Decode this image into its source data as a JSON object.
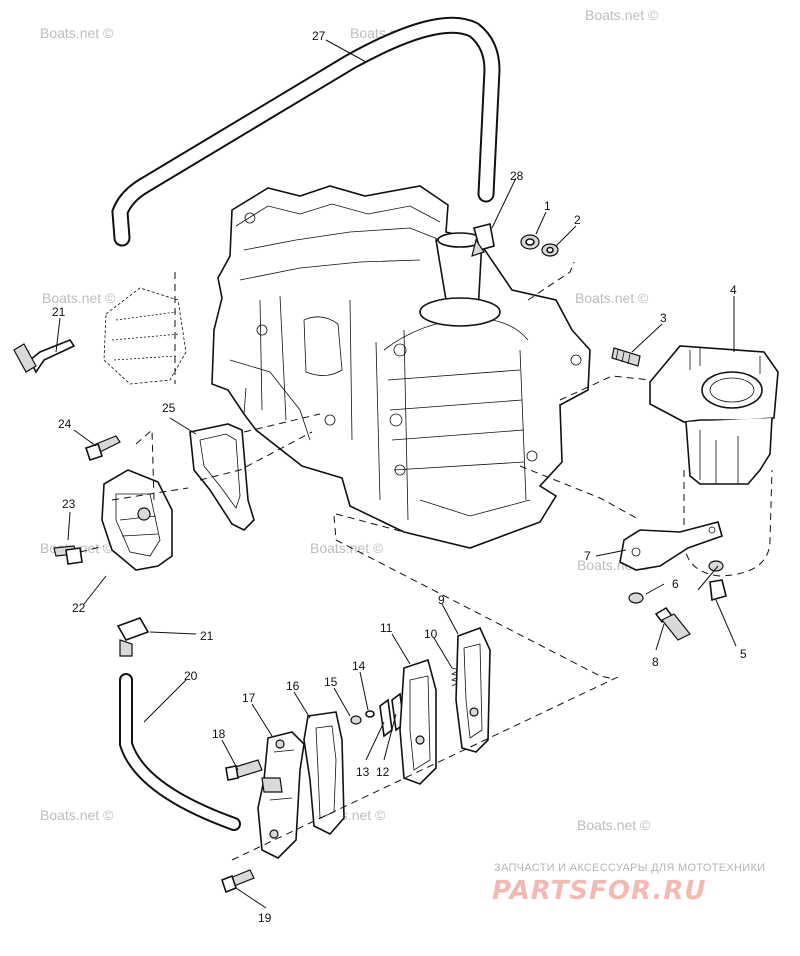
{
  "watermark": "Boats.net ©",
  "brand": {
    "subtitle": "ЗАПЧАСТИ И АКСЕССУАРЫ ДЛЯ МОТОТЕХНИКИ",
    "name": "PARTSFOR.RU"
  },
  "callouts": [
    "1",
    "2",
    "3",
    "4",
    "5",
    "6",
    "7",
    "8",
    "9",
    "10",
    "11",
    "12",
    "13",
    "14",
    "15",
    "16",
    "17",
    "18",
    "19",
    "20",
    "21",
    "21",
    "22",
    "23",
    "24",
    "25",
    "27",
    "28"
  ]
}
